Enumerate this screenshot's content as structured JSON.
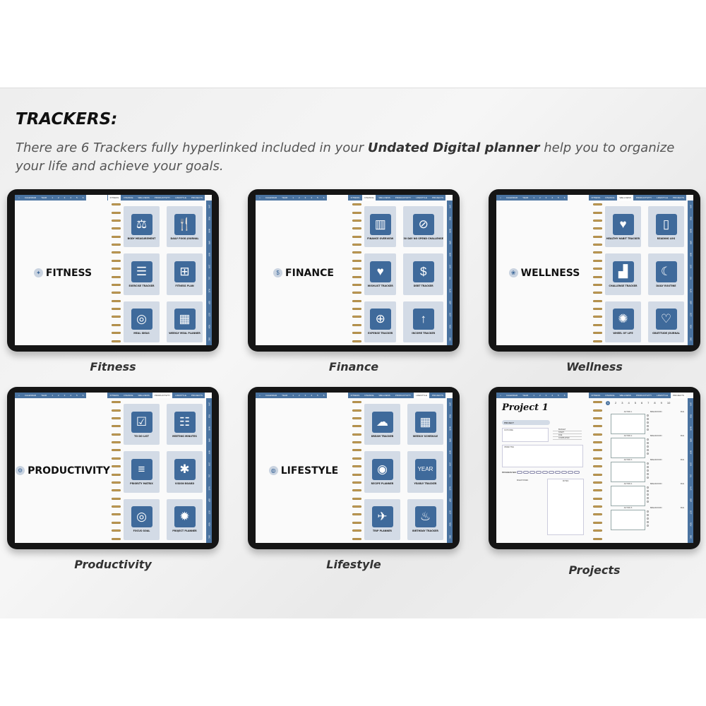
{
  "heading": "TRACKERS:",
  "subtitle": {
    "before": "There are 6 Trackers fully hyperlinked included in your ",
    "bold": "Undated Digital planner",
    "after": " help you to organize your life and achieve your goals."
  },
  "top_tabs": [
    "CALENDAR",
    "YEAR",
    "1",
    "2",
    "3",
    "4",
    "5",
    "6"
  ],
  "section_tabs": [
    "FITNESS",
    "FINANCE",
    "WELLNESS",
    "PRODUCTIVITY",
    "LIFESTYLE",
    "PROJECTS"
  ],
  "months": [
    "JAN",
    "FEB",
    "MAR",
    "APR",
    "MAY",
    "JUN",
    "JUL",
    "AUG",
    "SEP",
    "OCT",
    "NOV",
    "DEC"
  ],
  "colors": {
    "accent": "#4a73a0",
    "tile": "#d3dbe6",
    "ring": "#c9a35c"
  },
  "trackers": [
    {
      "caption": "Fitness",
      "title": "FITNESS",
      "icon": "dumbbell-icon",
      "glyph": "✦",
      "items": [
        {
          "label": "BODY MEASUREMENT",
          "icon": "scale-icon",
          "glyph": "⚖"
        },
        {
          "label": "DAILY FOOD JOURNAL",
          "icon": "fork-spoon-icon",
          "glyph": "🍴"
        },
        {
          "label": "EXERCISE TRACKER",
          "icon": "clipboard-exercise-icon",
          "glyph": "☰"
        },
        {
          "label": "FITNESS PLAN",
          "icon": "dumbbell-icon",
          "glyph": "⊞"
        },
        {
          "label": "MEAL IDEAS",
          "icon": "plate-icon",
          "glyph": "◎"
        },
        {
          "label": "WEEKLY MEAL PLANNER",
          "icon": "calendar-meal-icon",
          "glyph": "▦"
        }
      ]
    },
    {
      "caption": "Finance",
      "title": "FINANCE",
      "icon": "coin-icon",
      "glyph": "$",
      "items": [
        {
          "label": "FINANCE OVERVIEW",
          "icon": "chart-icon",
          "glyph": "▥"
        },
        {
          "label": "30 DAY NO SPEND CHALLENGE",
          "icon": "no-money-icon",
          "glyph": "⊘"
        },
        {
          "label": "WISHLIST TRACKER",
          "icon": "list-heart-icon",
          "glyph": "♥"
        },
        {
          "label": "DEBT TRACKER",
          "icon": "weight-dollar-icon",
          "glyph": "$"
        },
        {
          "label": "EXPENSE TRACKER",
          "icon": "hierarchy-dollar-icon",
          "glyph": "⊕"
        },
        {
          "label": "INCOME TRACKER",
          "icon": "growth-icon",
          "glyph": "↑"
        }
      ]
    },
    {
      "caption": "Wellness",
      "title": "WELLNESS",
      "icon": "lotus-icon",
      "glyph": "❀",
      "items": [
        {
          "label": "HEALTHY HABIT TRACKER",
          "icon": "heart-cycle-icon",
          "glyph": "♥"
        },
        {
          "label": "READING LOG",
          "icon": "book-icon",
          "glyph": "▯"
        },
        {
          "label": "CHALLENGE TRACKER",
          "icon": "stairs-icon",
          "glyph": "▟"
        },
        {
          "label": "DAILY ROUTINE",
          "icon": "sun-moon-icon",
          "glyph": "☾"
        },
        {
          "label": "WHEEL OF LIFE",
          "icon": "wheel-icon",
          "glyph": "✺"
        },
        {
          "label": "GRATITUDE JOURNAL",
          "icon": "hands-heart-icon",
          "glyph": "♡"
        }
      ]
    },
    {
      "caption": "Productivity",
      "title": "PRODUCTIVITY",
      "icon": "gear-icon",
      "glyph": "⚙",
      "items": [
        {
          "label": "TO DO LIST",
          "icon": "checklist-icon",
          "glyph": "☑"
        },
        {
          "label": "MEETING MINUTES",
          "icon": "meeting-icon",
          "glyph": "☷"
        },
        {
          "label": "PRIORITY MATRIX",
          "icon": "list-icon",
          "glyph": "≡"
        },
        {
          "label": "VISION BOARD",
          "icon": "network-icon",
          "glyph": "✱"
        },
        {
          "label": "FOCUS GOAL",
          "icon": "target-icon",
          "glyph": "◎"
        },
        {
          "label": "PROJECT PLANNER",
          "icon": "lightbulb-icon",
          "glyph": "✹"
        }
      ]
    },
    {
      "caption": "Lifestyle",
      "title": "LIFESTYLE",
      "icon": "globe-icon",
      "glyph": "◍",
      "items": [
        {
          "label": "DREAM TRACKER",
          "icon": "cloud-icon",
          "glyph": "☁"
        },
        {
          "label": "WEEKLY SCHEDULE",
          "icon": "calendar-icon",
          "glyph": "▦"
        },
        {
          "label": "RECIPE PLANNER",
          "icon": "plate-icon",
          "glyph": "◉"
        },
        {
          "label": "YEARLY TRACKER",
          "icon": "calendar-year-icon",
          "glyph": "YEAR"
        },
        {
          "label": "TRIP PLANNER",
          "icon": "globe-plane-icon",
          "glyph": "✈"
        },
        {
          "label": "BIRTHDAY TRACKER",
          "icon": "cake-icon",
          "glyph": "♨"
        }
      ]
    }
  ],
  "projects": {
    "caption": "Projects",
    "title": "Project 1",
    "project_label": "PROJECT",
    "outcome": "OUTCOME",
    "fields": [
      "BUDGET",
      "START",
      "DUE",
      "COMPLETED"
    ],
    "objective": "OBJECTIVE",
    "progress": "PROGRESS BAR",
    "milestones": "MILESTONES",
    "notes": "NOTES",
    "numbers": [
      "1",
      "2",
      "3",
      "4",
      "5",
      "6",
      "7",
      "8",
      "9",
      "10"
    ],
    "actions": [
      "ACTION 1",
      "ACTION 2",
      "ACTION 3",
      "ACTION 4",
      "ACTION 5"
    ],
    "breakdown": "BREAKDOWN",
    "due": "DUE"
  }
}
